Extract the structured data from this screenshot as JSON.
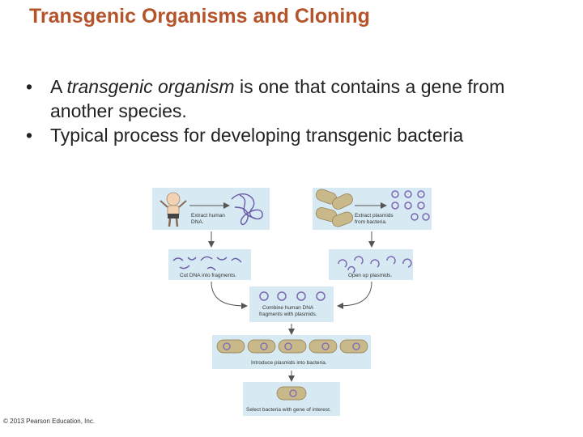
{
  "slide": {
    "title": "Transgenic Organisms and Cloning",
    "bullets": [
      {
        "pre": "A ",
        "em": "transgenic organism",
        "post": " is one that contains a gene from another species."
      },
      {
        "text": "Typical process for developing transgenic bacteria"
      }
    ],
    "bullet_symbol": "•"
  },
  "figure": {
    "panel_extract_dna": [
      "Extract human",
      "DNA."
    ],
    "panel_extract_plasmids": [
      "Extract plasmids",
      "from bacteria."
    ],
    "panel_cut_dna": "Cut DNA into fragments.",
    "panel_open_plasmids": "Open up plasmids.",
    "panel_combine": [
      "Combine human DNA",
      "fragments with plasmids."
    ],
    "panel_introduce": "Introduce plasmids into bacteria.",
    "panel_select": "Select bacteria with gene of interest.",
    "colors": {
      "panel": "#d7eaf3",
      "arrow": "#555555",
      "plasmid": "#7b68b4",
      "dna": "#6a5aa8",
      "bacterium": "#c9b88a"
    }
  },
  "footer": {
    "copyright": "© 2013 Pearson Education, Inc."
  }
}
